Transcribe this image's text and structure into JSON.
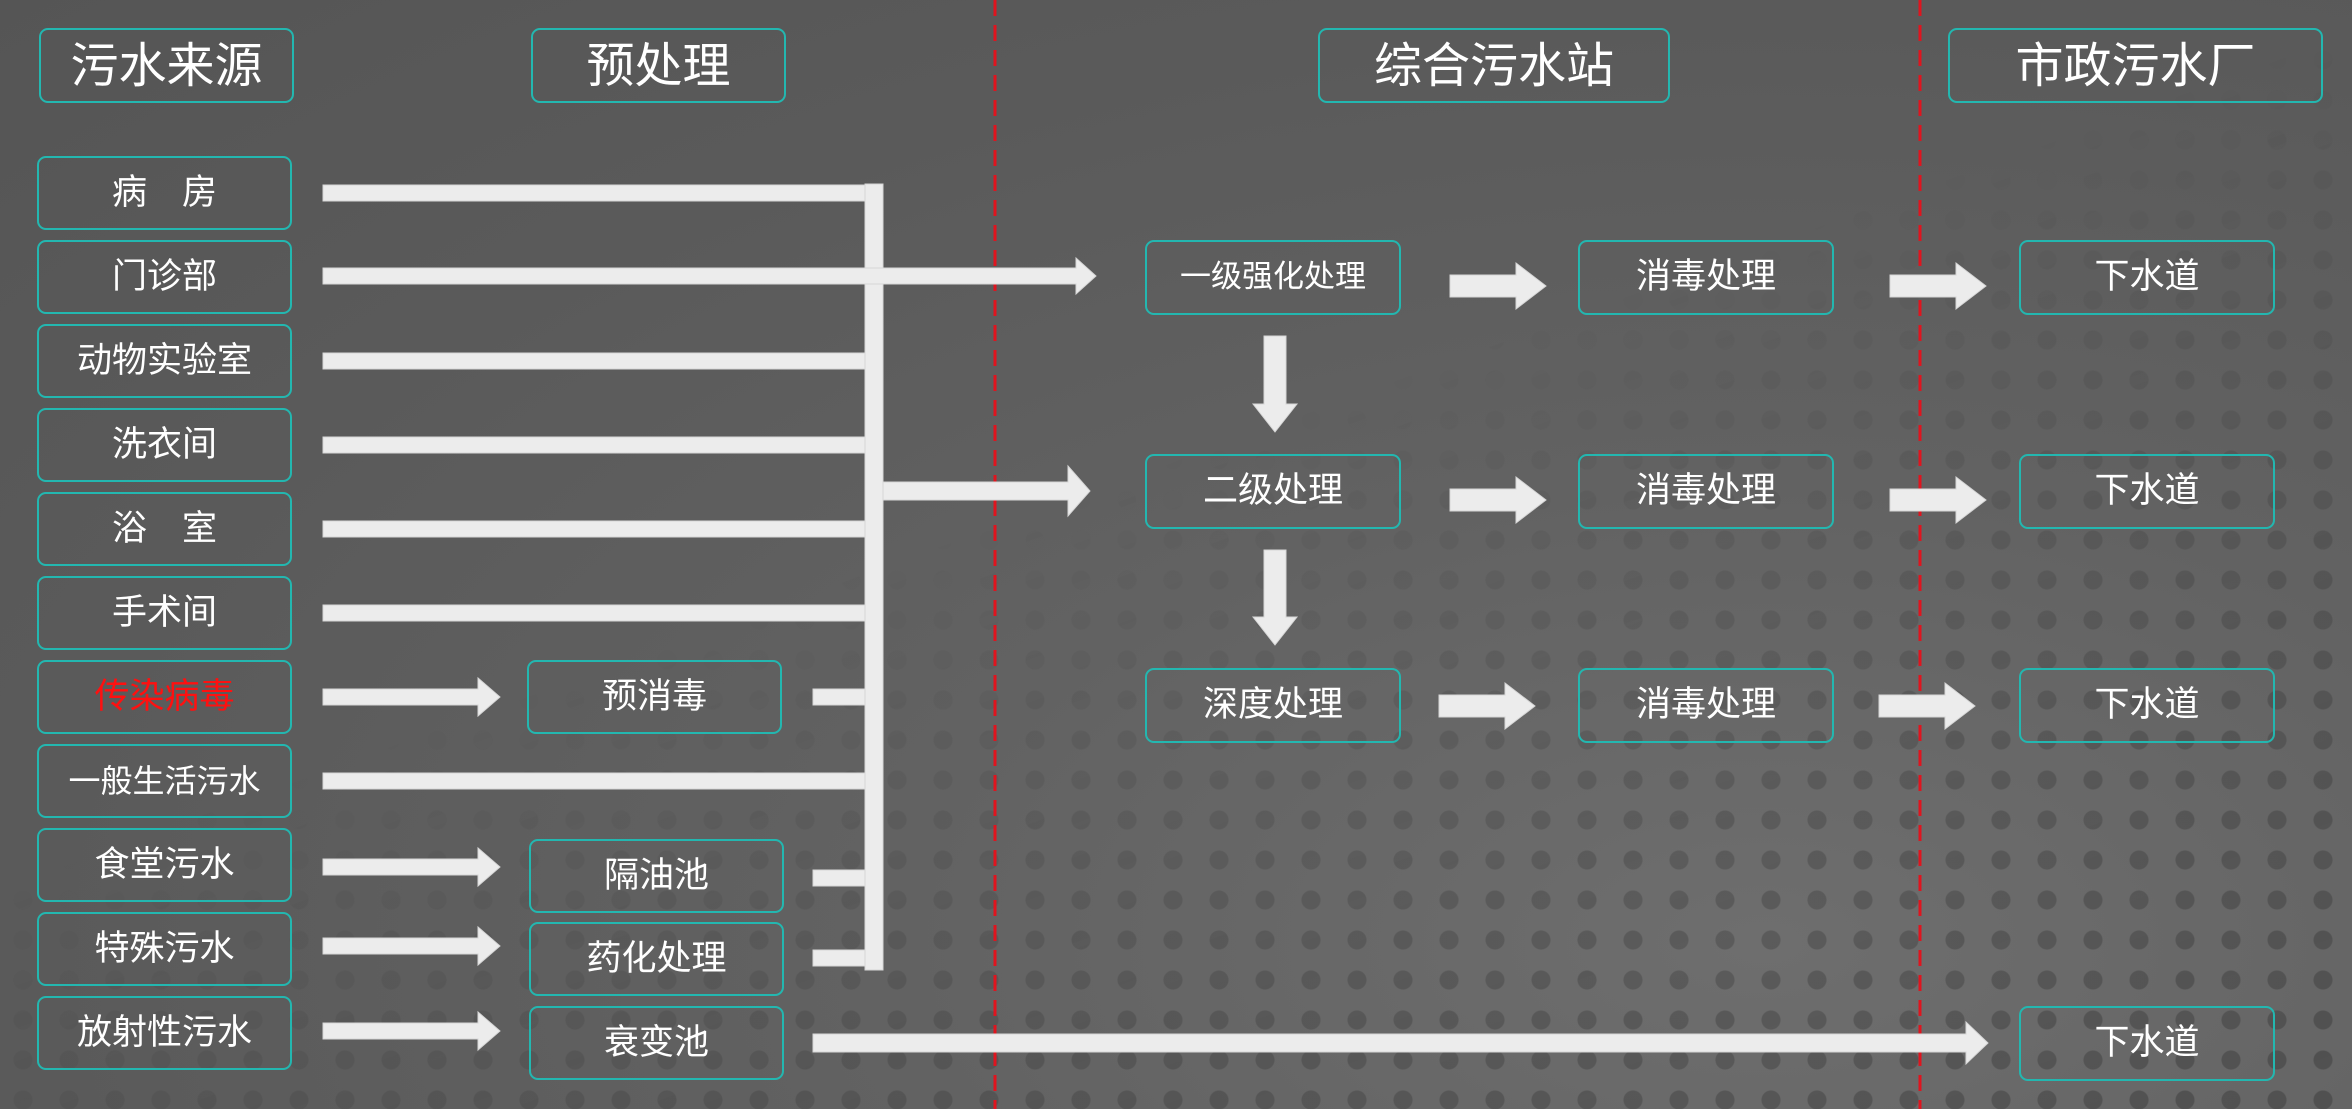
{
  "headers": {
    "source": "污水来源",
    "pretreatment": "预处理",
    "station": "综合污水站",
    "municipal": "市政污水厂"
  },
  "sources": [
    {
      "label": "病　房"
    },
    {
      "label": "门诊部"
    },
    {
      "label": "动物实验室"
    },
    {
      "label": "洗衣间"
    },
    {
      "label": "浴　室"
    },
    {
      "label": "手术间"
    },
    {
      "label": "传染病毒",
      "color": "#ff1010"
    },
    {
      "label": "一般生活污水"
    },
    {
      "label": "食堂污水"
    },
    {
      "label": "特殊污水"
    },
    {
      "label": "放射性污水"
    }
  ],
  "pretreatment": {
    "disinfection": "预消毒",
    "grease_trap": "隔油池",
    "chemical": "药化处理",
    "decay_tank": "衰变池"
  },
  "station": {
    "primary": "一级强化处理",
    "secondary": "二级处理",
    "advanced": "深度处理",
    "disinfect_1": "消毒处理",
    "disinfect_2": "消毒处理",
    "disinfect_3": "消毒处理"
  },
  "municipal": {
    "sewer_1": "下水道",
    "sewer_2": "下水道",
    "sewer_3": "下水道",
    "sewer_4": "下水道"
  },
  "colors": {
    "box_border": "#23b7b0",
    "arrow": "#ececec",
    "divider": "#e0141e",
    "highlight_text": "#ff1010"
  }
}
